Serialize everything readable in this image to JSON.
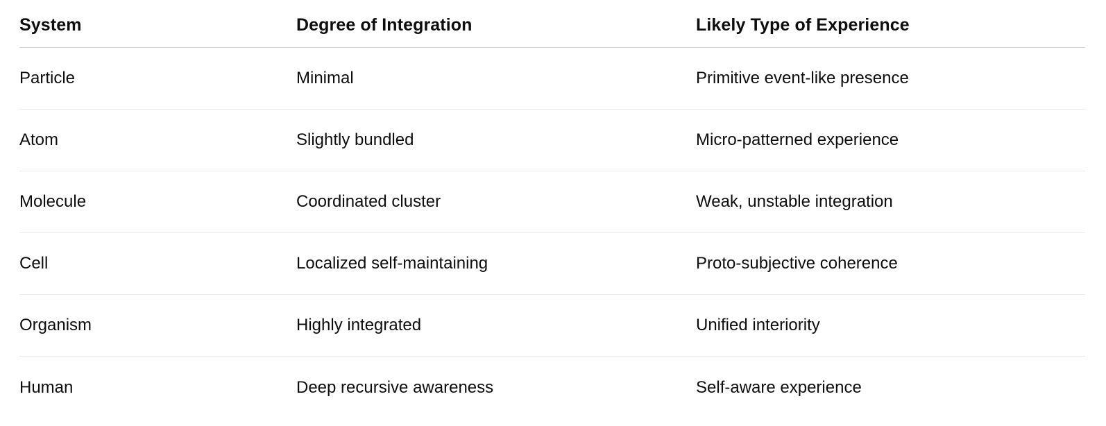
{
  "table": {
    "headers": {
      "system": "System",
      "integration": "Degree of Integration",
      "experience": "Likely Type of Experience"
    },
    "rows": [
      {
        "system": "Particle",
        "integration": "Minimal",
        "experience": "Primitive event-like presence"
      },
      {
        "system": "Atom",
        "integration": "Slightly bundled",
        "experience": "Micro-patterned experience"
      },
      {
        "system": "Molecule",
        "integration": "Coordinated cluster",
        "experience": "Weak, unstable integration"
      },
      {
        "system": "Cell",
        "integration": "Localized self-maintaining",
        "experience": "Proto-subjective coherence"
      },
      {
        "system": "Organism",
        "integration": "Highly integrated",
        "experience": "Unified interiority"
      },
      {
        "system": "Human",
        "integration": "Deep recursive awareness",
        "experience": "Self-aware experience"
      }
    ],
    "colors": {
      "text": "#0d0d0d",
      "header_rule": "#d9d9d9",
      "row_rule": "#ececec",
      "background": "#ffffff"
    }
  }
}
